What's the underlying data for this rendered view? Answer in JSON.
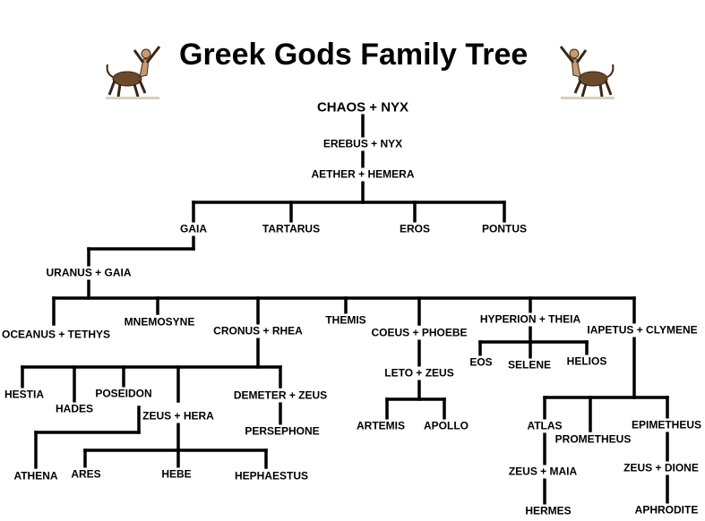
{
  "title": "Greek Gods Family Tree",
  "nodes": {
    "chaos_nyx": "CHAOS + NYX",
    "erebus_nyx": "EREBUS + NYX",
    "aether_hemera": "AETHER + HEMERA",
    "gaia": "GAIA",
    "tartarus": "TARTARUS",
    "eros": "EROS",
    "pontus": "PONTUS",
    "uranus_gaia": "URANUS + GAIA",
    "oceanus_tethys": "OCEANUS + TETHYS",
    "mnemosyne": "MNEMOSYNE",
    "cronus_rhea": "CRONUS + RHEA",
    "themis": "THEMIS",
    "coeus_phoebe": "COEUS + PHOEBE",
    "hyperion_theia": "HYPERION + THEIA",
    "iapetus_clymene": "IAPETUS + CLYMENE",
    "hestia": "HESTIA",
    "hades": "HADES",
    "poseidon": "POSEIDON",
    "zeus_hera": "ZEUS + HERA",
    "demeter_zeus": "DEMETER + ZEUS",
    "persephone": "PERSEPHONE",
    "athena": "ATHENA",
    "ares": "ARES",
    "hebe": "HEBE",
    "hephaestus": "HEPHAESTUS",
    "leto_zeus": "LETO + ZEUS",
    "artemis": "ARTEMIS",
    "apollo": "APOLLO",
    "eos": "EOS",
    "selene": "SELENE",
    "helios": "HELIOS",
    "atlas": "ATLAS",
    "prometheus": "PROMETHEUS",
    "epimetheus": "EPIMETHEUS",
    "zeus_maia": "ZEUS + MAIA",
    "hermes": "HERMES",
    "zeus_dione": "ZEUS + DIONE",
    "aphrodite": "APHRODITE"
  },
  "emblems": [
    "centaur-icon",
    "centaur-icon"
  ]
}
